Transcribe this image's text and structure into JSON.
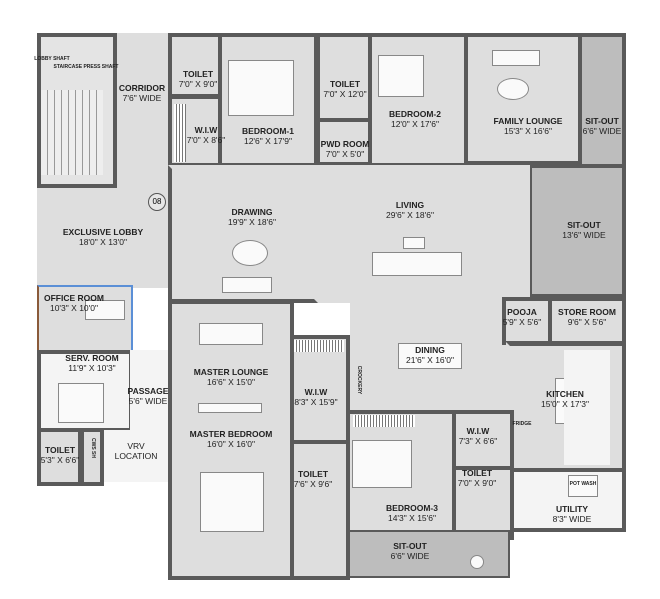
{
  "colors": {
    "floor": "#dedede",
    "wall": "#5a5a5a",
    "sitout": "#bdbdbd",
    "office_wall": "#5b8fd6"
  },
  "marker": "08",
  "rooms": {
    "lobby_shaft": {
      "name": "LOBBY SHAFT"
    },
    "staircase_shaft": {
      "name": "STAIRCASE PRESS SHAFT"
    },
    "corridor": {
      "name": "CORRIDOR",
      "dim": "7'6\" WIDE"
    },
    "toilet1": {
      "name": "TOILET",
      "dim": "7'0\" X 9'0\""
    },
    "wiw1": {
      "name": "W.I.W",
      "dim": "7'0\" X 8'6\""
    },
    "bedroom1": {
      "name": "BEDROOM-1",
      "dim": "12'6\" X 17'9\""
    },
    "toilet2": {
      "name": "TOILET",
      "dim": "7'0\" X 12'0\""
    },
    "pwd": {
      "name": "PWD ROOM",
      "dim": "7'0\" X 5'0\""
    },
    "bedroom2": {
      "name": "BEDROOM-2",
      "dim": "12'0\" X 17'6\""
    },
    "family_lounge": {
      "name": "FAMILY LOUNGE",
      "dim": "15'3\" X 16'6\""
    },
    "sitout1": {
      "name": "SIT-OUT",
      "dim": "6'6\" WIDE"
    },
    "sitout2": {
      "name": "SIT-OUT",
      "dim": "13'6\" WIDE"
    },
    "exclusive_lobby": {
      "name": "EXCLUSIVE LOBBY",
      "dim": "18'0\" X 13'0\""
    },
    "drawing": {
      "name": "DRAWING",
      "dim": "19'9\" X 18'6\""
    },
    "living": {
      "name": "LIVING",
      "dim": "29'6\" X 18'6\""
    },
    "office": {
      "name": "OFFICE ROOM",
      "dim": "10'3\" X 10'0\""
    },
    "serv_room": {
      "name": "SERV. ROOM",
      "dim": "11'9\" X 10'3\""
    },
    "passage": {
      "name": "PASSAGE",
      "dim": "5'6\" WIDE"
    },
    "toilet_serv": {
      "name": "TOILET",
      "dim": "5'3\" X 6'6\""
    },
    "cws": {
      "name": "CWS SH"
    },
    "vrv": {
      "name": "VRV",
      "dim": "LOCATION"
    },
    "master_lounge": {
      "name": "MASTER LOUNGE",
      "dim": "16'6\" X 15'0\""
    },
    "master_bedroom": {
      "name": "MASTER BEDROOM",
      "dim": "16'0\" X 16'0\""
    },
    "wiw_master": {
      "name": "W.I.W",
      "dim": "8'3\" X 15'9\""
    },
    "toilet_master": {
      "name": "TOILET",
      "dim": "7'6\" X 9'6\""
    },
    "dining": {
      "name": "DINING",
      "dim": "21'6\" X 16'0\""
    },
    "pooja": {
      "name": "POOJA",
      "dim": "5'9\" X 5'6\""
    },
    "store": {
      "name": "STORE ROOM",
      "dim": "9'6\" X 5'6\""
    },
    "kitchen": {
      "name": "KITCHEN",
      "dim": "15'0\" X 17'3\""
    },
    "fridge": {
      "name": "FRIDGE"
    },
    "crockery": {
      "name": "CROCKERY"
    },
    "wiw3": {
      "name": "W.I.W",
      "dim": "7'3\" X 6'6\""
    },
    "toilet3": {
      "name": "TOILET",
      "dim": "7'0\" X 9'0\""
    },
    "bedroom3": {
      "name": "BEDROOM-3",
      "dim": "14'3\" X 15'6\""
    },
    "utility": {
      "name": "UTILITY",
      "dim": "8'3\" WIDE"
    },
    "pot_wash": {
      "name": "POT WASH"
    },
    "sitout3": {
      "name": "SIT-OUT",
      "dim": "6'6\" WIDE"
    }
  }
}
